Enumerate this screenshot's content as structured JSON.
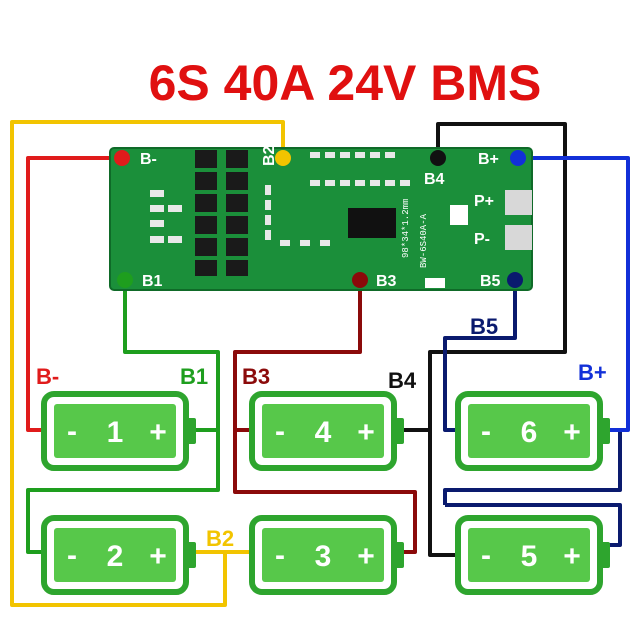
{
  "title": "6S 40A 24V BMS",
  "colors": {
    "title": "#e01010",
    "red_wire": "#e01b1b",
    "green_wire": "#1e9e1e",
    "yellow_wire": "#f2c400",
    "darkred_wire": "#8b0a0a",
    "black_wire": "#111111",
    "navy_wire": "#0a1a6e",
    "blue_wire": "#1230d8",
    "pcb": "#1b8f3a",
    "cell_fill": "#57c84a",
    "cell_frame": "#2ea52e"
  },
  "pcb": {
    "pads": {
      "b_minus": "B-",
      "b1": "B1",
      "b2": "B2",
      "b3": "B3",
      "b4": "B4",
      "b5": "B5",
      "b_plus": "B+",
      "p_plus": "P+",
      "p_minus": "P-"
    },
    "silk_dims": "98*34*1.2mm",
    "silk_model": "BW-6S40A-A"
  },
  "wire_labels": {
    "b_minus": "B-",
    "b1": "B1",
    "b2": "B2",
    "b3": "B3",
    "b4": "B4",
    "b5": "B5",
    "b_plus": "B+"
  },
  "cells": [
    {
      "number": "1",
      "neg": "-",
      "pos": "+"
    },
    {
      "number": "2",
      "neg": "-",
      "pos": "+"
    },
    {
      "number": "3",
      "neg": "-",
      "pos": "+"
    },
    {
      "number": "4",
      "neg": "-",
      "pos": "+"
    },
    {
      "number": "5",
      "neg": "-",
      "pos": "+"
    },
    {
      "number": "6",
      "neg": "-",
      "pos": "+"
    }
  ]
}
